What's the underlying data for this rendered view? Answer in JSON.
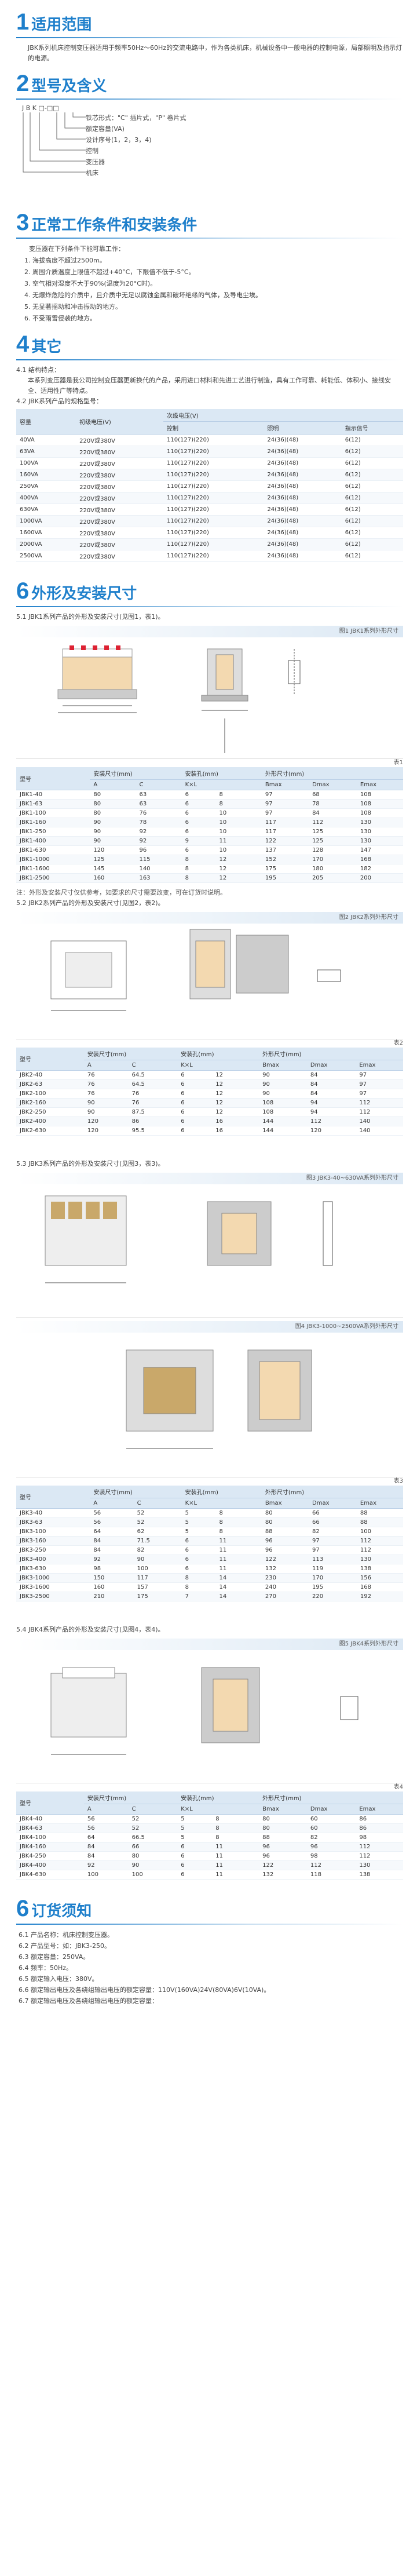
{
  "s1": {
    "num": "1",
    "title": "适用范围",
    "body": "JBK系列机床控制变压器适用于频率50Hz～60Hz的交流电路中，作为各类机床，机械设备中一般电器的控制电源，局部照明及指示灯的电源。"
  },
  "s2": {
    "num": "2",
    "title": "型号及含义",
    "code": "J B K □-□□",
    "items": [
      "铁芯形式：\"C\" 插片式，\"P\" 卷片式",
      "额定容量(VA)",
      "设计序号(1，2，3，4)",
      "控制",
      "变压器",
      "机床"
    ]
  },
  "s3": {
    "num": "3",
    "title": "正常工作条件和安装条件",
    "intro": "变压器在下列条件下能可靠工作：",
    "items": [
      "1. 海拔高度不超过2500m。",
      "2. 周围介质温度上限值不超过+40°C，下限值不低于-5°C。",
      "3. 空气相对湿度不大于90%(温度为20°C时)。",
      "4. 无爆炸危险的介质中，且介质中无足以腐蚀金属和破坏绝缘的气体，及导电尘埃。",
      "5. 无显著摇动和冲击振动的地方。",
      "6. 不受雨雪侵袭的地方。"
    ]
  },
  "s4": {
    "num": "4",
    "title": "其它",
    "p1": "4.1 结构特点：",
    "p2": "本系列变压器是我公司控制变压器更新换代的产品，采用进口材料和先进工艺进行制造，具有工作可靠、耗能低、体积小、接线安全、适用性广等特点。",
    "p3": "4.2 JBK系列产品的规格型号：",
    "table": {
      "h_cap": "容量",
      "h_in": "初级电压(V)",
      "h_out": "次级电压(V)",
      "h_ctrl": "控制",
      "h_light": "照明",
      "h_ind": "指示信号",
      "rows": [
        [
          "40VA",
          "220V或380V",
          "110(127)(220)",
          "24(36)(48)",
          "6(12)"
        ],
        [
          "63VA",
          "220V或380V",
          "110(127)(220)",
          "24(36)(48)",
          "6(12)"
        ],
        [
          "100VA",
          "220V或380V",
          "110(127)(220)",
          "24(36)(48)",
          "6(12)"
        ],
        [
          "160VA",
          "220V或380V",
          "110(127)(220)",
          "24(36)(48)",
          "6(12)"
        ],
        [
          "250VA",
          "220V或380V",
          "110(127)(220)",
          "24(36)(48)",
          "6(12)"
        ],
        [
          "400VA",
          "220V或380V",
          "110(127)(220)",
          "24(36)(48)",
          "6(12)"
        ],
        [
          "630VA",
          "220V或380V",
          "110(127)(220)",
          "24(36)(48)",
          "6(12)"
        ],
        [
          "1000VA",
          "220V或380V",
          "110(127)(220)",
          "24(36)(48)",
          "6(12)"
        ],
        [
          "1600VA",
          "220V或380V",
          "110(127)(220)",
          "24(36)(48)",
          "6(12)"
        ],
        [
          "2000VA",
          "220V或380V",
          "110(127)(220)",
          "24(36)(48)",
          "6(12)"
        ],
        [
          "2500VA",
          "220V或380V",
          "110(127)(220)",
          "24(36)(48)",
          "6(12)"
        ]
      ]
    }
  },
  "s6": {
    "num": "6",
    "title": "外形及安装尺寸",
    "p51": "5.1 JBK1系列产品的外形及安装尺寸(见图1，表1)。",
    "fig1": "图1 JBK1系列外形尺寸",
    "tab1": "表1",
    "t1h": [
      "型号",
      "安装尺寸(mm)",
      "安装孔(mm)",
      "外形尺寸(mm)"
    ],
    "t1s": [
      "A",
      "C",
      "K×L",
      "Bmax",
      "Dmax",
      "Emax"
    ],
    "t1": [
      [
        "JBK1-40",
        "80",
        "63",
        "6",
        "8",
        "97",
        "68",
        "108"
      ],
      [
        "JBK1-63",
        "80",
        "63",
        "6",
        "8",
        "97",
        "78",
        "108"
      ],
      [
        "JBK1-100",
        "80",
        "76",
        "6",
        "10",
        "97",
        "84",
        "108"
      ],
      [
        "JBK1-160",
        "90",
        "78",
        "6",
        "10",
        "117",
        "112",
        "130"
      ],
      [
        "JBK1-250",
        "90",
        "92",
        "6",
        "10",
        "117",
        "125",
        "130"
      ],
      [
        "JBK1-400",
        "90",
        "92",
        "9",
        "11",
        "122",
        "125",
        "130"
      ],
      [
        "JBK1-630",
        "120",
        "96",
        "6",
        "10",
        "137",
        "128",
        "147"
      ],
      [
        "JBK1-1000",
        "125",
        "115",
        "8",
        "12",
        "152",
        "170",
        "168"
      ],
      [
        "JBK1-1600",
        "145",
        "140",
        "8",
        "12",
        "175",
        "180",
        "182"
      ],
      [
        "JBK1-2500",
        "160",
        "163",
        "8",
        "12",
        "195",
        "205",
        "200"
      ]
    ],
    "note": "注：外形及安装尺寸仅供参考，如要求的尺寸需要改变，可在订货时说明。",
    "p52": "5.2 JBK2系列产品的外形及安装尺寸(见图2，表2)。",
    "fig2": "图2 JBK2系列外形尺寸",
    "tab2": "表2",
    "t2": [
      [
        "JBK2-40",
        "76",
        "64.5",
        "6",
        "12",
        "90",
        "84",
        "97"
      ],
      [
        "JBK2-63",
        "76",
        "64.5",
        "6",
        "12",
        "90",
        "84",
        "97"
      ],
      [
        "JBK2-100",
        "76",
        "76",
        "6",
        "12",
        "90",
        "84",
        "97"
      ],
      [
        "JBK2-160",
        "90",
        "76",
        "6",
        "12",
        "108",
        "94",
        "112"
      ],
      [
        "JBK2-250",
        "90",
        "87.5",
        "6",
        "12",
        "108",
        "94",
        "112"
      ],
      [
        "JBK2-400",
        "120",
        "86",
        "6",
        "16",
        "144",
        "112",
        "140"
      ],
      [
        "JBK2-630",
        "120",
        "95.5",
        "6",
        "16",
        "144",
        "120",
        "140"
      ]
    ],
    "p53": "5.3 JBK3系列产品的外形及安装尺寸(见图3，表3)。",
    "fig3": "图3 JBK3-40~630VA系列外形尺寸",
    "fig4": "图4 JBK3-1000~2500VA系列外形尺寸",
    "tab3": "表3",
    "t3": [
      [
        "JBK3-40",
        "56",
        "52",
        "5",
        "8",
        "80",
        "66",
        "88"
      ],
      [
        "JBK3-63",
        "56",
        "52",
        "5",
        "8",
        "80",
        "66",
        "88"
      ],
      [
        "JBK3-100",
        "64",
        "62",
        "5",
        "8",
        "88",
        "82",
        "100"
      ],
      [
        "JBK3-160",
        "84",
        "71.5",
        "6",
        "11",
        "96",
        "97",
        "112"
      ],
      [
        "JBK3-250",
        "84",
        "82",
        "6",
        "11",
        "96",
        "97",
        "112"
      ],
      [
        "JBK3-400",
        "92",
        "90",
        "6",
        "11",
        "122",
        "113",
        "130"
      ],
      [
        "JBK3-630",
        "98",
        "100",
        "6",
        "11",
        "132",
        "119",
        "138"
      ],
      [
        "JBK3-1000",
        "150",
        "117",
        "8",
        "14",
        "230",
        "170",
        "156"
      ],
      [
        "JBK3-1600",
        "160",
        "157",
        "8",
        "14",
        "240",
        "195",
        "168"
      ],
      [
        "JBK3-2500",
        "210",
        "175",
        "7",
        "14",
        "270",
        "220",
        "192"
      ]
    ],
    "p54": "5.4 JBK4系列产品的外形及安装尺寸(见图4，表4)。",
    "fig5": "图5 JBK4系列外形尺寸",
    "tab4": "表4",
    "t4": [
      [
        "JBK4-40",
        "56",
        "52",
        "5",
        "8",
        "80",
        "60",
        "86"
      ],
      [
        "JBK4-63",
        "56",
        "52",
        "5",
        "8",
        "80",
        "60",
        "86"
      ],
      [
        "JBK4-100",
        "64",
        "66.5",
        "5",
        "8",
        "88",
        "82",
        "98"
      ],
      [
        "JBK4-160",
        "84",
        "66",
        "6",
        "11",
        "96",
        "96",
        "112"
      ],
      [
        "JBK4-250",
        "84",
        "80",
        "6",
        "11",
        "96",
        "98",
        "112"
      ],
      [
        "JBK4-400",
        "92",
        "90",
        "6",
        "11",
        "122",
        "112",
        "130"
      ],
      [
        "JBK4-630",
        "100",
        "100",
        "6",
        "11",
        "132",
        "118",
        "138"
      ]
    ]
  },
  "s7": {
    "num": "6",
    "title": "订货须知",
    "items": [
      "6.1 产品名称：机床控制变压器。",
      "6.2 产品型号：如：JBK3-250。",
      "6.3 额定容量：250VA。",
      "6.4 频率：50Hz。",
      "6.5 额定输入电压：380V。",
      "6.6 额定输出电压及各绕组输出电压的额定容量：110V(160VA)24V(80VA)6V(10VA)。",
      "6.7 额定输出电压及各绕组输出电压的额定容量："
    ]
  }
}
